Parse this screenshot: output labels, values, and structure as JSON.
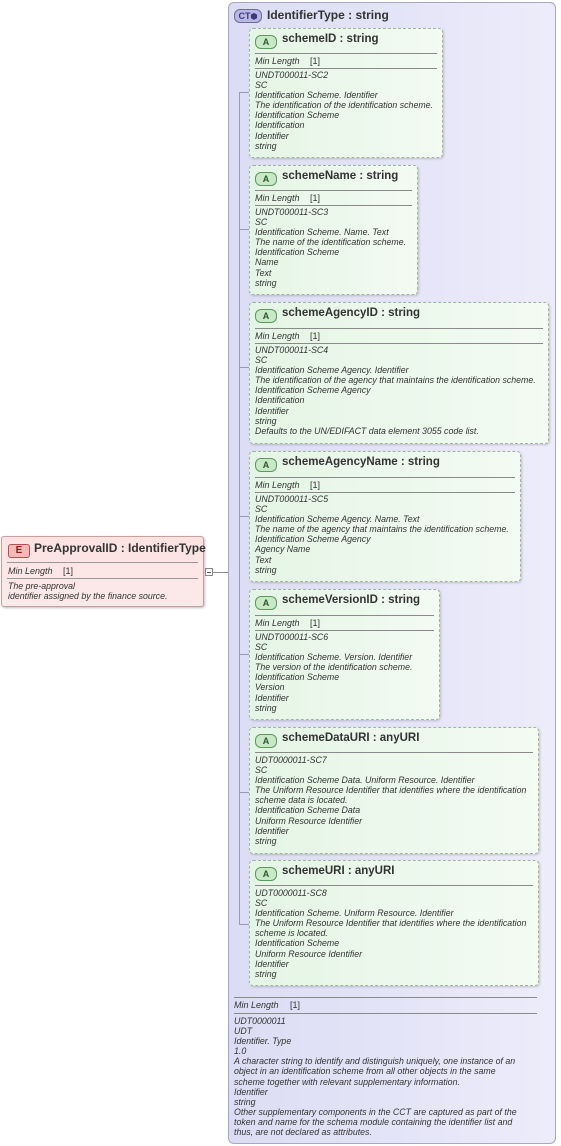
{
  "element": {
    "badge": "E",
    "title": "PreApprovalID : IdentifierType",
    "min_length_label": "Min Length",
    "min_length_value": "[1]",
    "doc_lines": [
      "The pre-approval",
      "identifier assigned by the finance source."
    ]
  },
  "complex_type": {
    "badge": "CT",
    "title": "IdentifierType : string",
    "min_length_label": "Min Length",
    "min_length_value": "[1]",
    "doc_lines": [
      "UDT0000011",
      "UDT",
      "Identifier. Type",
      "1.0",
      "A character string to identify and distinguish uniquely, one instance of an",
      "object in an identification scheme from all other objects in the same",
      "scheme together with relevant supplementary information.",
      "Identifier",
      "string",
      "Other supplementary components in the CCT are captured as part of the",
      "token and name for the schema module containing the identifier list and",
      "thus, are not declared as attributes."
    ]
  },
  "attributes": [
    {
      "badge": "A",
      "title": "schemeID : string",
      "min_length_label": "Min Length",
      "min_length_value": "[1]",
      "doc_lines": [
        "UNDT000011-SC2",
        "SC",
        "Identification Scheme. Identifier",
        "The identification of the identification scheme.",
        "Identification Scheme",
        "Identification",
        "Identifier",
        "string"
      ]
    },
    {
      "badge": "A",
      "title": "schemeName : string",
      "min_length_label": "Min Length",
      "min_length_value": "[1]",
      "doc_lines": [
        "UNDT000011-SC3",
        "SC",
        "Identification Scheme. Name. Text",
        "The name of the identification scheme.",
        "Identification Scheme",
        "Name",
        "Text",
        "string"
      ]
    },
    {
      "badge": "A",
      "title": "schemeAgencyID : string",
      "min_length_label": "Min Length",
      "min_length_value": "[1]",
      "doc_lines": [
        "UNDT000011-SC4",
        "SC",
        "Identification Scheme Agency. Identifier",
        "The identification of the agency that maintains the identification scheme.",
        "Identification Scheme Agency",
        "Identification",
        "Identifier",
        "string",
        "Defaults to the UN/EDIFACT data element 3055 code list."
      ]
    },
    {
      "badge": "A",
      "title": "schemeAgencyName : string",
      "min_length_label": "Min Length",
      "min_length_value": "[1]",
      "doc_lines": [
        "UNDT000011-SC5",
        "SC",
        "Identification Scheme Agency. Name. Text",
        "The name of the agency that maintains the identification scheme.",
        "Identification Scheme Agency",
        "Agency Name",
        "Text",
        "string"
      ]
    },
    {
      "badge": "A",
      "title": "schemeVersionID : string",
      "min_length_label": "Min Length",
      "min_length_value": "[1]",
      "doc_lines": [
        "UNDT000011-SC6",
        "SC",
        "Identification Scheme. Version. Identifier",
        "The version of the identification scheme.",
        "Identification Scheme",
        "Version",
        "Identifier",
        "string"
      ]
    },
    {
      "badge": "A",
      "title": "schemeDataURI : anyURI",
      "doc_lines": [
        "UDT0000011-SC7",
        "SC",
        "Identification Scheme Data. Uniform Resource. Identifier",
        "The Uniform Resource Identifier that identifies where the identification",
        "scheme data is located.",
        "Identification Scheme Data",
        "Uniform Resource Identifier",
        "Identifier",
        "string"
      ]
    },
    {
      "badge": "A",
      "title": "schemeURI : anyURI",
      "doc_lines": [
        "UDT0000011-SC8",
        "SC",
        "Identification Scheme. Uniform Resource. Identifier",
        "The Uniform Resource Identifier that identifies where the identification",
        "scheme is located.",
        "Identification Scheme",
        "Uniform Resource Identifier",
        "Identifier",
        "string"
      ]
    }
  ]
}
